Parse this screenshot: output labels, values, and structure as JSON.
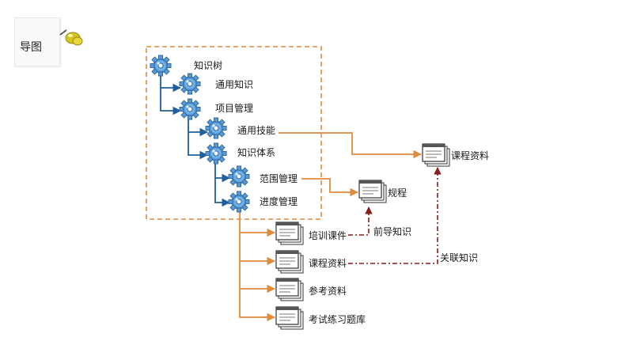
{
  "title_card": {
    "label": "导图",
    "pin_icon": "pushpin-icon"
  },
  "tree": {
    "root": "知识树",
    "general_knowledge": "通用知识",
    "project_management": "项目管理",
    "general_skills": "通用技能",
    "knowledge_system": "知识体系",
    "scope_management": "范围管理",
    "schedule_management": "进度管理"
  },
  "documents": {
    "course_material_top": "课程资料",
    "regulations": "规程",
    "training_courseware": "培训课件",
    "course_material": "课程资料",
    "reference_material": "参考资料",
    "exam_question_bank": "考试练习题库"
  },
  "relations": {
    "prerequisite": "前导知识",
    "associated": "关联知识"
  },
  "colors": {
    "tree_line": "#1f5f9e",
    "orange_line": "#e08a3c",
    "dashed_relation": "#8b1a1a",
    "frame": "#e08a3c",
    "gear": "#5b9bd5"
  },
  "icons": {
    "gear": "gear-icon",
    "document": "document-stack-icon"
  }
}
